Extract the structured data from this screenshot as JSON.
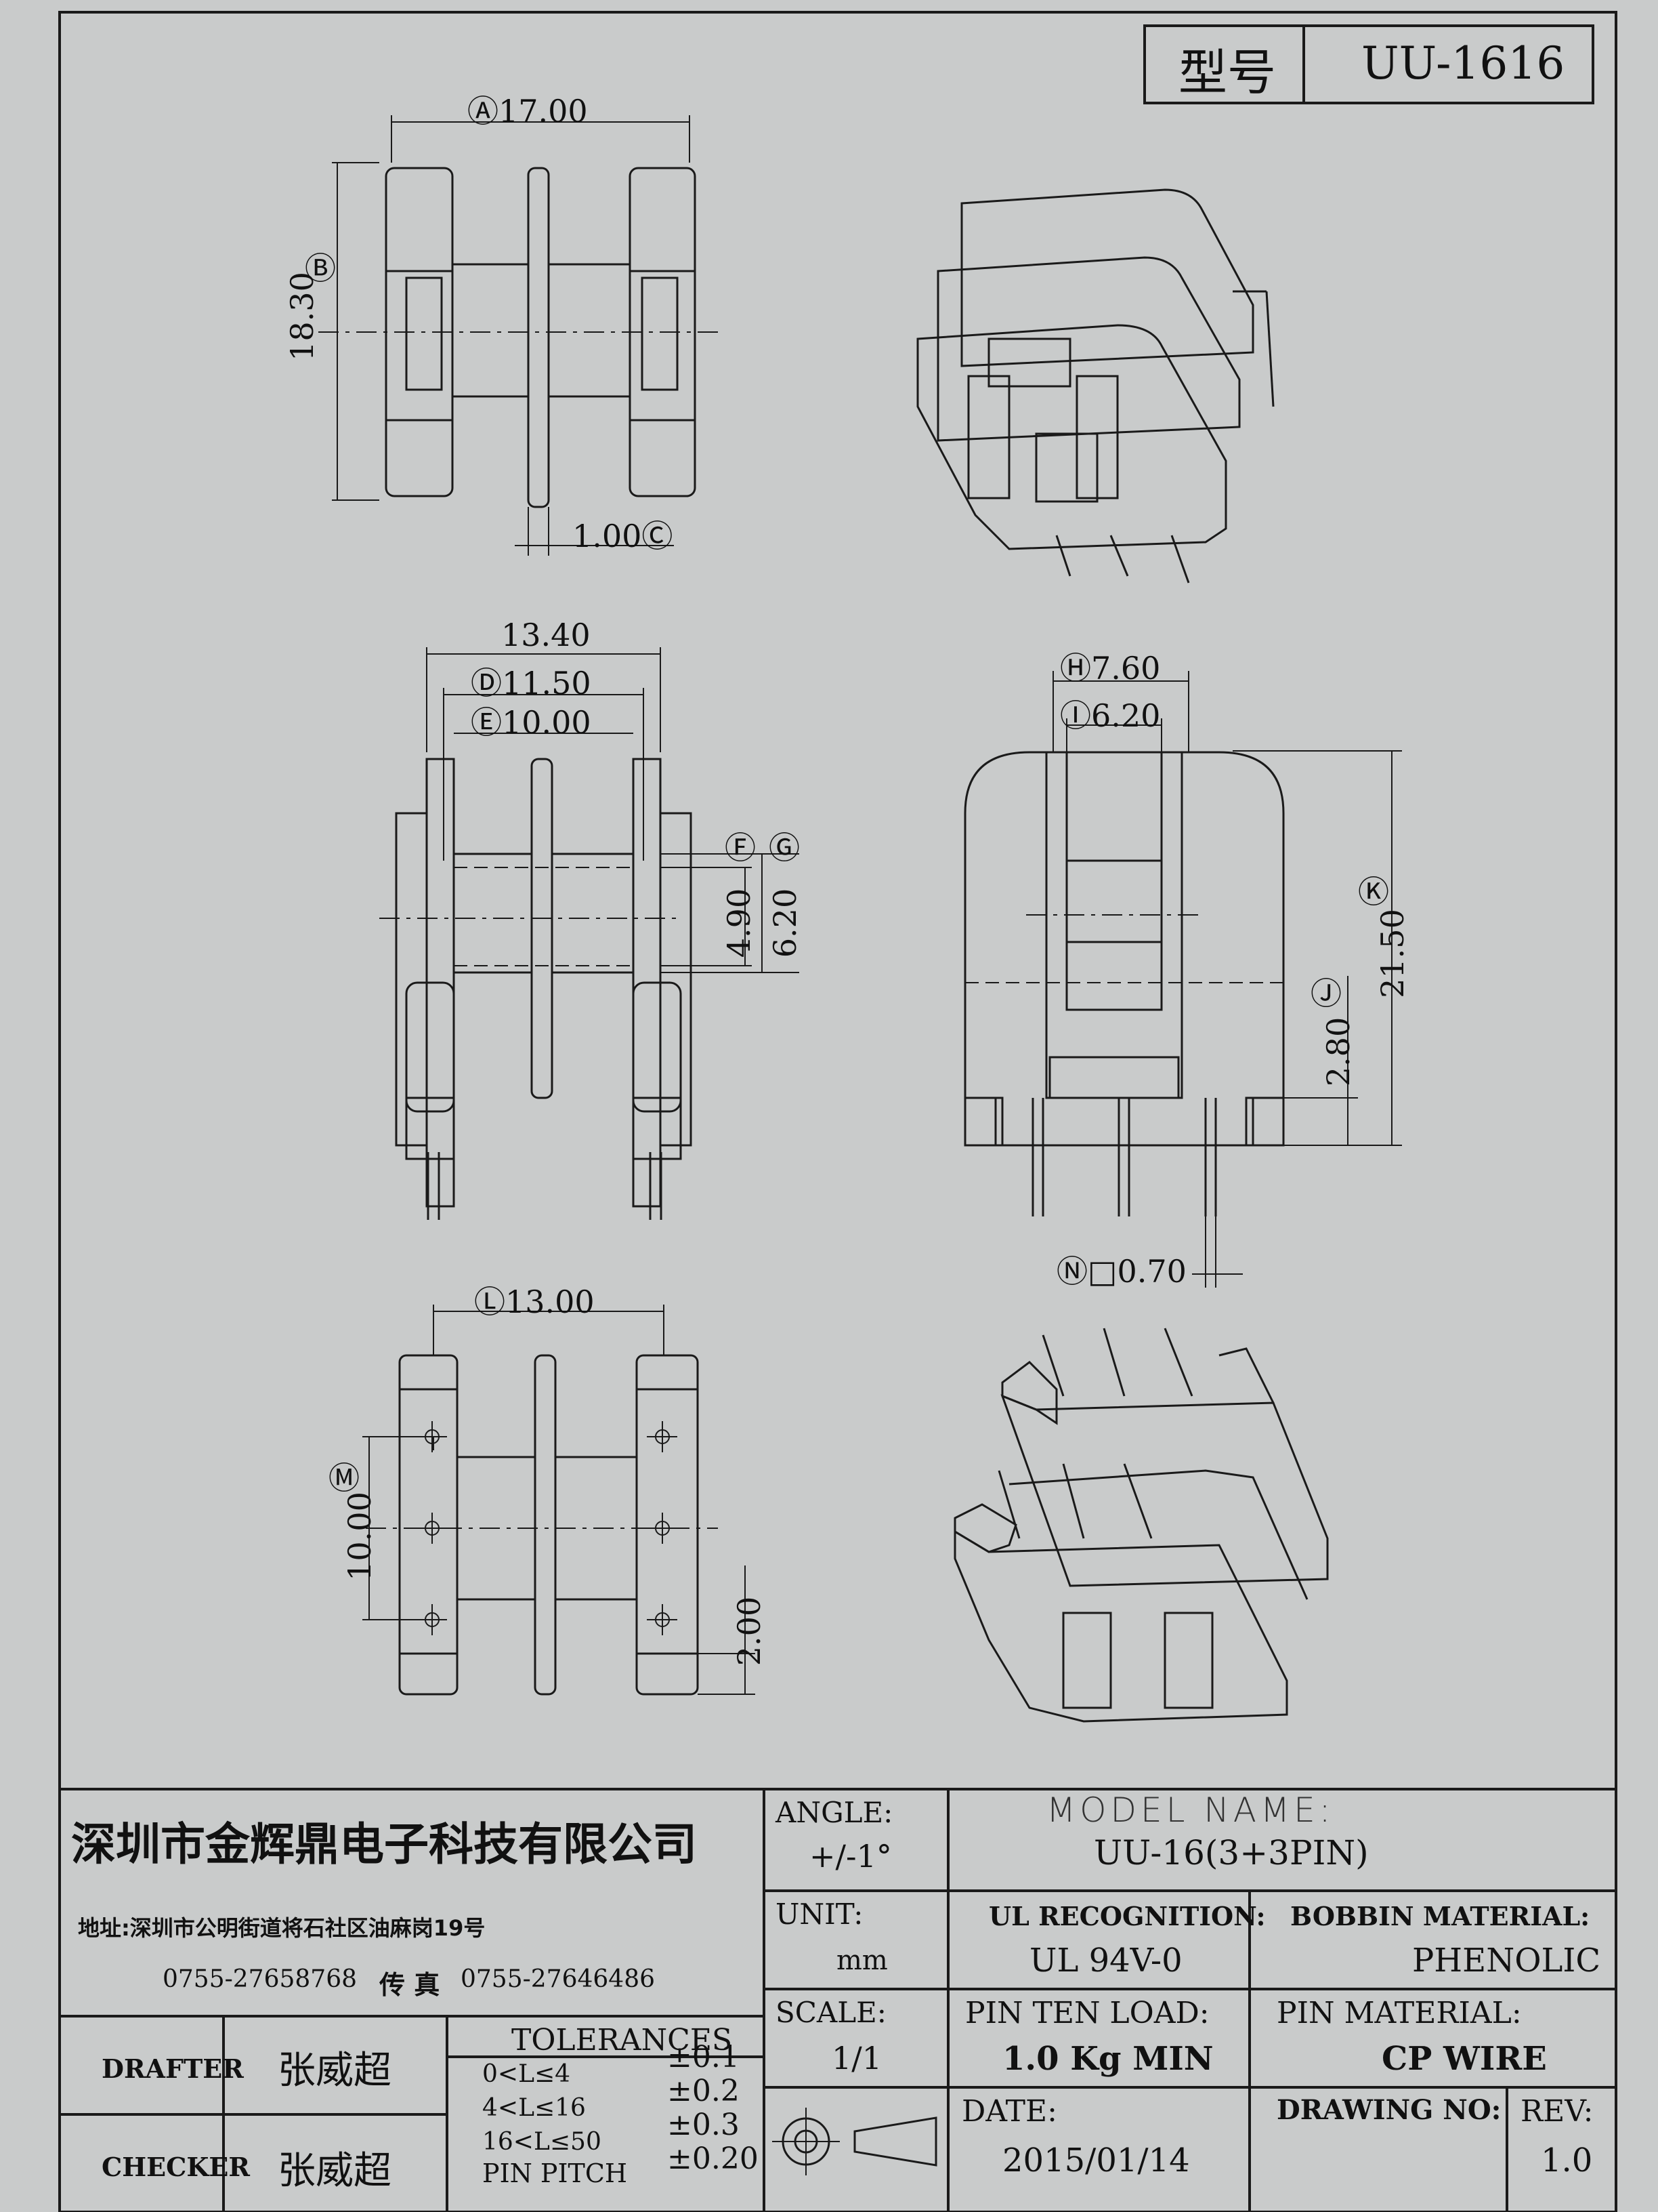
{
  "title_box": {
    "label": "型号",
    "value": "UU-1616"
  },
  "dimensions": {
    "a": "Ⓐ17.00",
    "b": "Ⓑ",
    "b_value": "18.30",
    "c": "1.00Ⓒ",
    "overall_width": "13.40",
    "d": "Ⓓ11.50",
    "e": "Ⓔ10.00",
    "f": "Ⓕ",
    "g": "Ⓖ",
    "f_value": "4.90",
    "g_value": "6.20",
    "h": "Ⓗ7.60",
    "i": "Ⓘ6.20",
    "k": "Ⓚ",
    "k_value": "21.50",
    "j": "Ⓙ",
    "j_value": "2.80",
    "n": "Ⓝ□0.70",
    "l": "Ⓛ13.00",
    "m": "Ⓜ",
    "m_value": "10.00",
    "pin_offset": "2.00"
  },
  "company": {
    "name": "深圳市金辉鼎电子科技有限公司",
    "address": "地址:深圳市公明街道将石社区油麻岗19号",
    "phone": "0755-27658768",
    "fax_label": "传 真",
    "fax": "0755-27646486"
  },
  "people": {
    "drafter_label": "DRAFTER",
    "drafter": "张威超",
    "checker_label": "CHECKER",
    "checker": "张威超"
  },
  "tolerances": {
    "header": "TOLERANCES",
    "rows": [
      {
        "range": "0<L≤4",
        "value": "±0.1"
      },
      {
        "range": "4<L≤16",
        "value": "±0.2"
      },
      {
        "range": "16<L≤50",
        "value": "±0.3"
      },
      {
        "range": "PIN PITCH",
        "value": "±0.20"
      }
    ]
  },
  "fields": {
    "angle_label": "ANGLE:",
    "angle_value": "+/-1°",
    "unit_label": "UNIT:",
    "unit_value": "mm",
    "scale_label": "SCALE:",
    "scale_value": "1/1",
    "model_label": "MODEL NAME:",
    "model_value": "UU-16(3+3PIN)",
    "ul_label": "UL RECOGNITION:",
    "ul_value": "UL 94V-0",
    "bobbin_label": "BOBBIN MATERIAL:",
    "bobbin_value": "PHENOLIC",
    "pin_load_label": "PIN TEN LOAD:",
    "pin_load_value": "1.0 Kg MIN",
    "pin_material_label": "PIN MATERIAL:",
    "pin_material_value": "CP WIRE",
    "date_label": "DATE:",
    "date_value": "2015/01/14",
    "drawing_no_label": "DRAWING NO:",
    "rev_label": "REV:",
    "rev_value": "1.0"
  }
}
